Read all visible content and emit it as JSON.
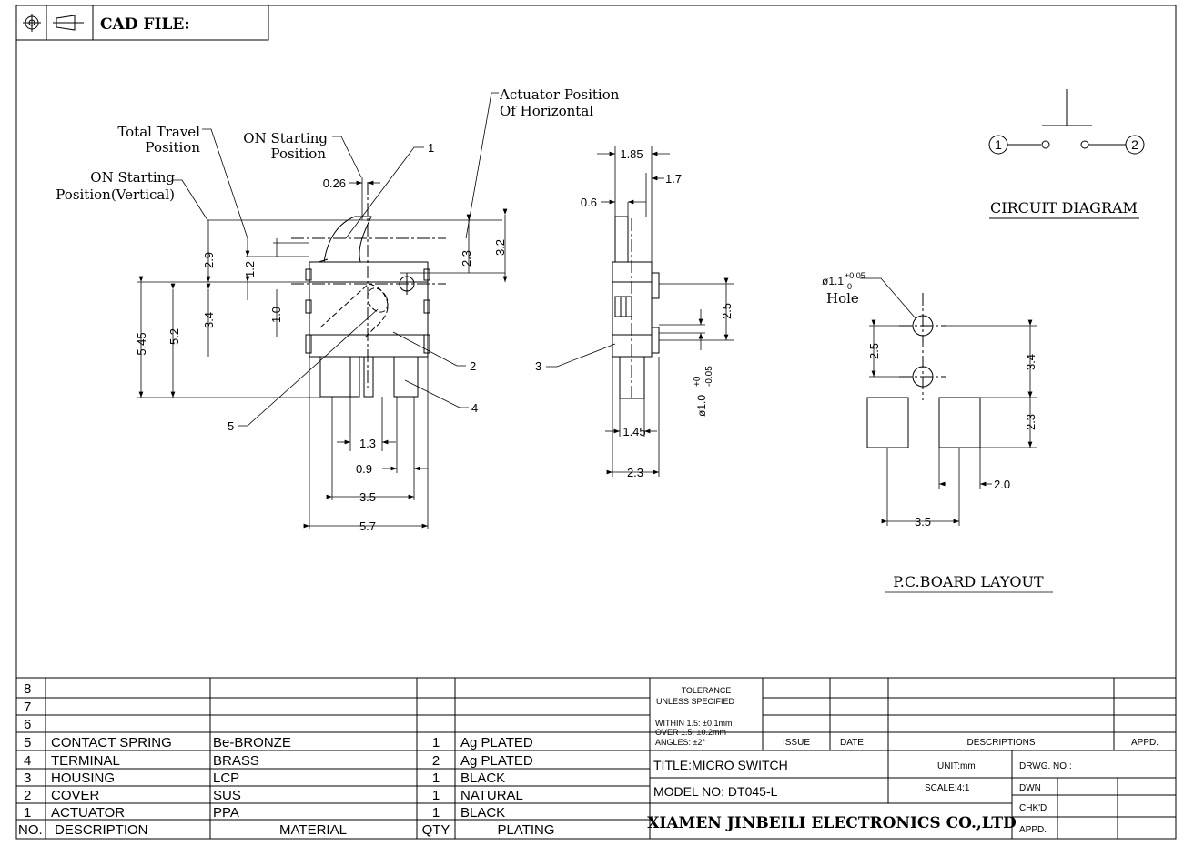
{
  "header": {
    "cad_file_label": "CAD FILE:"
  },
  "annotations": {
    "actuator_position": [
      "Actuator Position",
      "Of Horizontal"
    ],
    "total_travel": [
      "Total Travel",
      "Position"
    ],
    "on_starting": [
      "ON Starting",
      "Position"
    ],
    "on_starting_vertical": [
      "ON Starting",
      "Position(Vertical)"
    ]
  },
  "dimensions": {
    "front": {
      "d026": "0.26",
      "d29": "2.9",
      "d12": "1.2",
      "d23": "2.3",
      "d32": "3.2",
      "d545": "5.45",
      "d52": "5.2",
      "d34": "3.4",
      "d10": "1.0",
      "d13": "1.3",
      "d09": "0.9",
      "d35": "3.5",
      "d57": "5.7"
    },
    "side": {
      "d185": "1.85",
      "d17": "1.7",
      "d06": "0.6",
      "d25": "2.5",
      "d145": "1.45",
      "d23": "2.3",
      "phi": "ø1.0",
      "tol_up": "+0",
      "tol_dn": "-0.05"
    },
    "pcb": {
      "hole_dia": "ø1.1",
      "hole_tol_up": "+0.05",
      "hole_tol_dn": "-0",
      "hole_label": "Hole",
      "d25": "2.5",
      "d34": "3.4",
      "d23": "2.3",
      "d20": "2.0",
      "d35": "3.5"
    }
  },
  "callouts": [
    "1",
    "2",
    "3",
    "4",
    "5"
  ],
  "circuit": {
    "pin1": "1",
    "pin2": "2",
    "title": "CIRCUIT DIAGRAM"
  },
  "pcb_title": "P.C.BOARD LAYOUT",
  "bom": {
    "headers": {
      "no": "NO.",
      "description": "DESCRIPTION",
      "material": "MATERIAL",
      "qty": "QTY",
      "plating": "PLATING"
    },
    "rows": [
      {
        "no": "8",
        "description": "",
        "material": "",
        "qty": "",
        "plating": ""
      },
      {
        "no": "7",
        "description": "",
        "material": "",
        "qty": "",
        "plating": ""
      },
      {
        "no": "6",
        "description": "",
        "material": "",
        "qty": "",
        "plating": ""
      },
      {
        "no": "5",
        "description": "CONTACT SPRING",
        "material": "Be-BRONZE",
        "qty": "1",
        "plating": "Ag PLATED"
      },
      {
        "no": "4",
        "description": "TERMINAL",
        "material": "BRASS",
        "qty": "2",
        "plating": "Ag PLATED"
      },
      {
        "no": "3",
        "description": "HOUSING",
        "material": "LCP",
        "qty": "1",
        "plating": "BLACK"
      },
      {
        "no": "2",
        "description": "COVER",
        "material": "SUS",
        "qty": "1",
        "plating": "NATURAL"
      },
      {
        "no": "1",
        "description": "ACTUATOR",
        "material": "PPA",
        "qty": "1",
        "plating": "BLACK"
      }
    ]
  },
  "title_block": {
    "tolerance_1": "TOLERANCE",
    "tolerance_2": "UNLESS SPECIFIED",
    "within": "WITHIN 1.5: ±0.1mm",
    "over": "OVER 1.5:  ±0.2mm",
    "angles": "ANGLES: ±2°",
    "issue": "ISSUE",
    "date": "DATE",
    "descriptions": "DESCRIPTIONS",
    "appd": "APPD.",
    "title": "TITLE:MICRO SWITCH",
    "unit": "UNIT:mm",
    "drwg_no": "DRWG. NO.:",
    "model": "MODEL NO: DT045-L",
    "scale": "SCALE:4:1",
    "dwn": "DWN",
    "chkd": "CHK'D",
    "appd2": "APPD.",
    "company": "XIAMEN JINBEILI ELECTRONICS CO.,LTD"
  }
}
